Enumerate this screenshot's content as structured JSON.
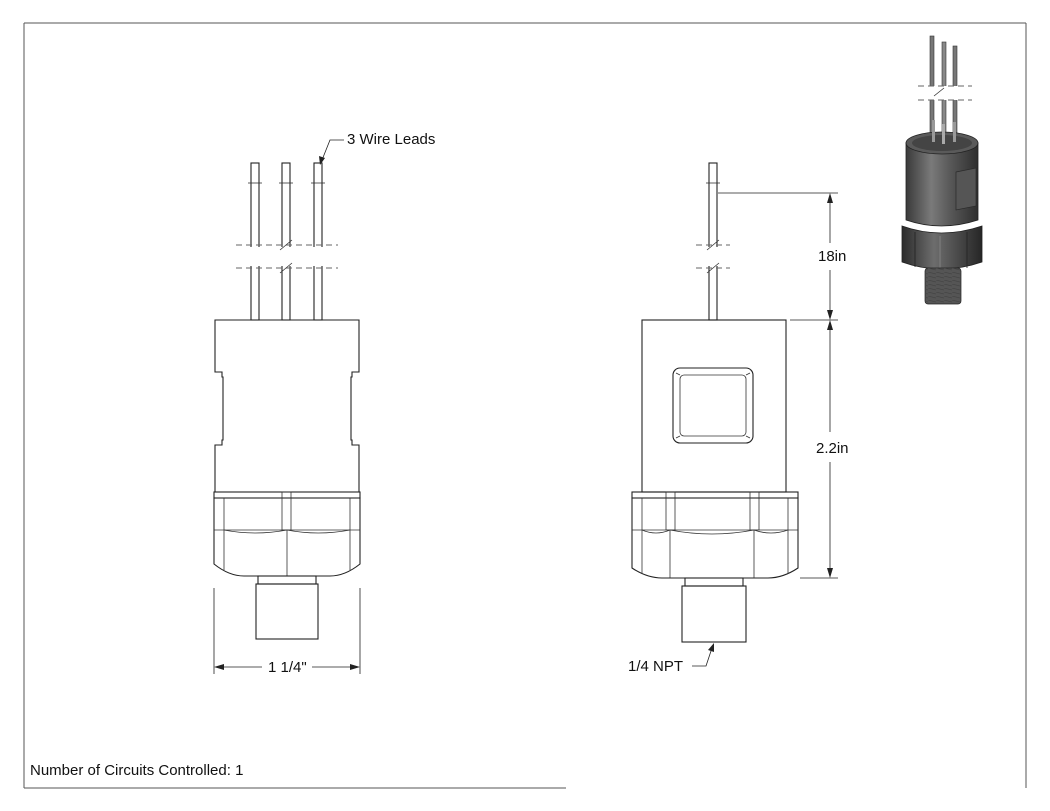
{
  "labels": {
    "wire_leads": "3 Wire Leads",
    "lead_length": "18in",
    "body_height": "2.2in",
    "hex_width": "1 1/4\"",
    "thread": "1/4 NPT",
    "circuits": "Number of Circuits Controlled: 1"
  }
}
